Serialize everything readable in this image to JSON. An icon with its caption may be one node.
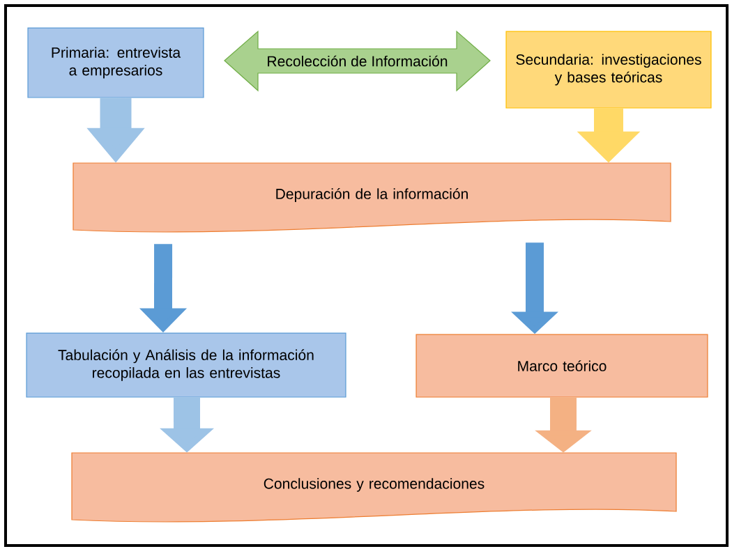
{
  "diagram": {
    "nodes": [
      {
        "text": [
          "Primaria: entrevista a empresarios"
        ]
      },
      {
        "text": [
          "Recolección de Información"
        ]
      },
      {
        "text": [
          "Secundaria: investigaciones y bases teóricas"
        ]
      },
      {
        "text": [
          "Depuración de la información"
        ]
      },
      {
        "text": [
          "Tabulación y Análisis de la información recopilada en las entrevistas"
        ]
      },
      {
        "text": [
          "Marco teórico"
        ]
      },
      {
        "text": [
          "Conclusiones y recomendaciones"
        ]
      }
    ],
    "edges": [
      {
        "from": 0,
        "to": 3,
        "arrow": "to",
        "color": "#9dc3e6"
      },
      {
        "from": 2,
        "to": 3,
        "arrow": "to",
        "color": "#ffd966"
      },
      {
        "from": 3,
        "to": 4,
        "arrow": "to",
        "color": "#5b9bd5"
      },
      {
        "from": 3,
        "to": 5,
        "arrow": "to",
        "color": "#5b9bd5"
      },
      {
        "from": 4,
        "to": 6,
        "arrow": "to",
        "color": "#9dc3e6"
      },
      {
        "from": 5,
        "to": 6,
        "arrow": "to",
        "color": "#f4b183"
      }
    ]
  }
}
